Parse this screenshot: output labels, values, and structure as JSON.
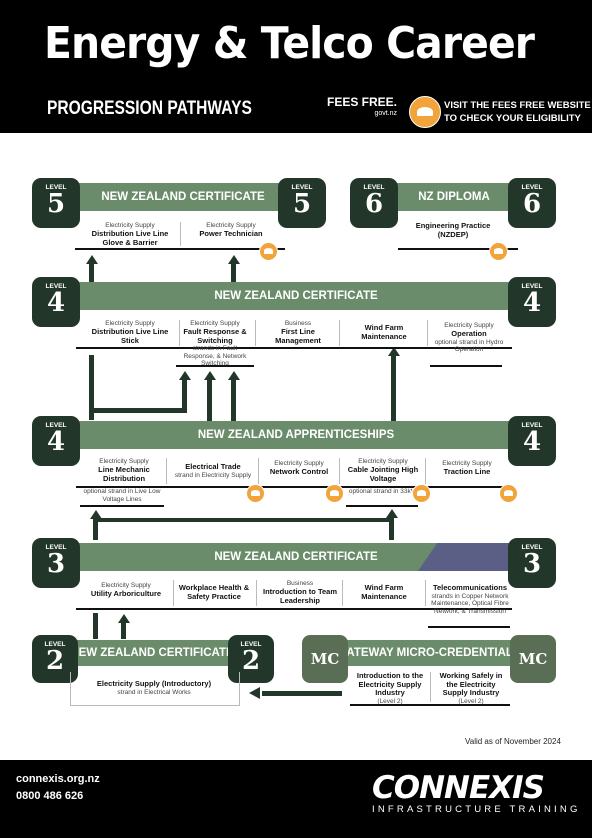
{
  "header": {
    "title": "Energy & Telco Career",
    "subtitle": "PROGRESSION PATHWAYS",
    "fees_free": "FEES FREE.",
    "fees_free_url": "govt.nz",
    "visit_line1": "VISIT THE FEES FREE WEBSITE",
    "visit_line2": "TO  CHECK YOUR ELIGIBILITY"
  },
  "level_word": "LEVEL",
  "rows": {
    "r5a": {
      "title": "NEW ZEALAND CERTIFICATE",
      "level": "5",
      "q1": {
        "sub": "Electricity Supply",
        "name": "Distribution Live Line Glove & Barrier"
      },
      "q2": {
        "sub": "Electricity Supply",
        "name": "Power Technician"
      }
    },
    "r6": {
      "title": "NZ DIPLOMA",
      "level": "6",
      "q1": {
        "name": "Engineering Practice (NZDEP)"
      }
    },
    "r4a": {
      "title": "NEW ZEALAND CERTIFICATE",
      "level": "4",
      "q1": {
        "sub": "Electricity Supply",
        "name": "Distribution Live Line Stick"
      },
      "q2": {
        "sub": "Electricity Supply",
        "name": "Fault Response & Switching",
        "note": "strands  in Fault Response, & Network Switching"
      },
      "q3": {
        "sub": "Business",
        "name": "First Line Management"
      },
      "q4": {
        "name": "Wind Farm Maintenance"
      },
      "q5": {
        "sub": "Electricity Supply",
        "name": "Operation",
        "note": "optional strand in Hydro Operation"
      }
    },
    "r4b": {
      "title": "NEW ZEALAND APPRENTICESHIPS",
      "level": "4",
      "q1": {
        "sub": "Electricity Supply",
        "name": "Line Mechanic Distribution",
        "note": "optional strand in Live Low Voltage Lines"
      },
      "q2": {
        "name": "Electrical Trade",
        "note": "strand in Electricity Supply"
      },
      "q3": {
        "sub": "Electricity Supply",
        "name": "Network Control"
      },
      "q4": {
        "sub": "Electricity Supply",
        "name": "Cable Jointing High Voltage",
        "note": "optional strand in 33kV"
      },
      "q5": {
        "sub": "Electricity Supply",
        "name": "Traction Line"
      }
    },
    "r3": {
      "title": "NEW ZEALAND CERTIFICATE",
      "level": "3",
      "q1": {
        "sub": "Electricity Supply",
        "name": "Utility Arboriculture"
      },
      "q2": {
        "name": "Workplace Health & Safety Practice"
      },
      "q3": {
        "sub": "Business",
        "name": "Introduction to Team Leadership"
      },
      "q4": {
        "name": "Wind Farm Maintenance"
      },
      "q5": {
        "name": "Telecommunications",
        "note": "strands in Copper Network Maintenance, Optical Fibre Network, & Transmission"
      }
    },
    "r2": {
      "title": "NEW ZEALAND CERTIFICATE",
      "level": "2",
      "q1": {
        "name": "Electricity Supply (Introductory)",
        "note": "strand in Electrical Works"
      }
    },
    "mc": {
      "title": "GATEWAY MICRO-CREDENTIALS",
      "badge": "MC",
      "q1": {
        "name": "Introduction to the Electricity Supply Industry",
        "note": "(Level 2)"
      },
      "q2": {
        "name": "Working Safely in the Electricity Supply Industry",
        "note": "(Level 2)"
      }
    }
  },
  "valid": "Valid as of November 2024",
  "footer": {
    "website": "connexis.org.nz",
    "phone": "0800 486 626",
    "logo": "CONNEXIS",
    "logo_sub": "INFRASTRUCTURE TRAINING"
  },
  "colors": {
    "band": "#6b8c6a",
    "badge": "#22372a",
    "fees_free_icon": "#f2a33a"
  }
}
